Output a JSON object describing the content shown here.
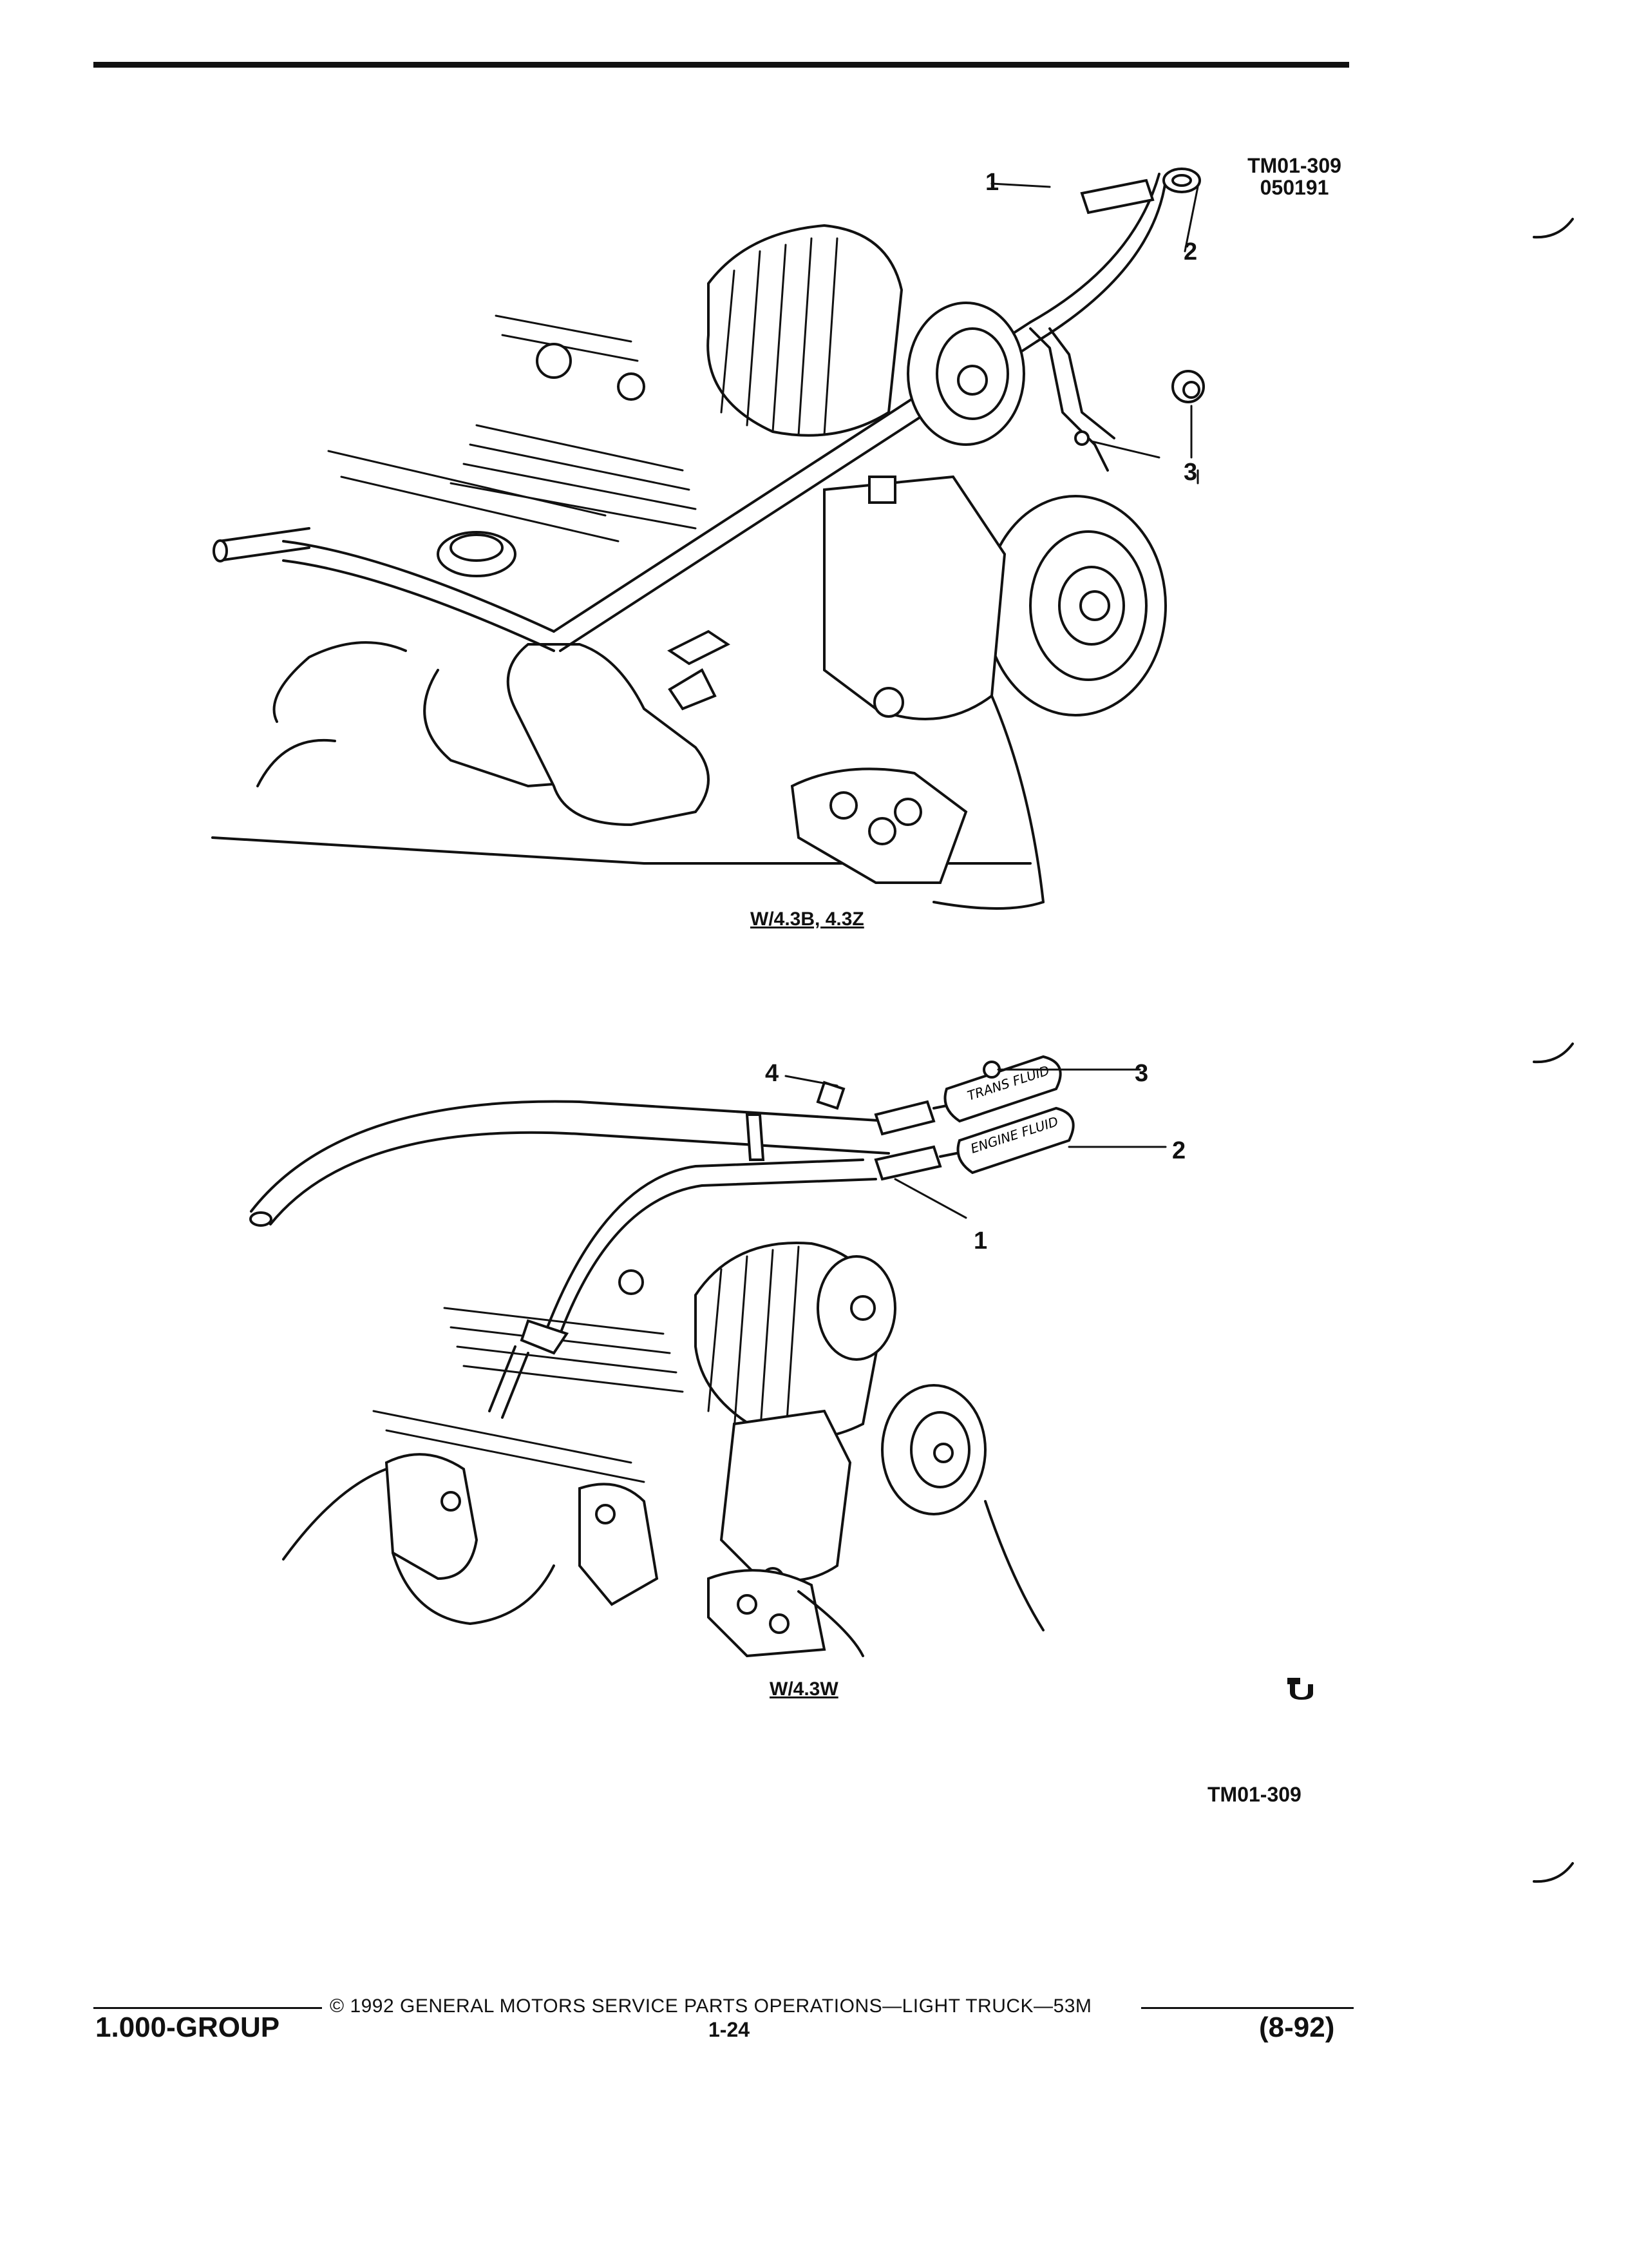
{
  "figure": {
    "code_line1": "TM01-309",
    "code_line2": "050191",
    "top_view": {
      "caption": "W/4.3B, 4.3Z",
      "callouts": [
        "1",
        "2",
        "3"
      ]
    },
    "bottom_view": {
      "caption": "W/4.3W",
      "callouts": [
        "4",
        "3",
        "2",
        "1"
      ],
      "tag_labels": [
        "TRANS FLUID",
        "ENGINE FLUID"
      ]
    },
    "bottom_code": "TM01-309"
  },
  "footer": {
    "copyright": "© 1992 GENERAL MOTORS SERVICE PARTS OPERATIONS—LIGHT TRUCK—53M",
    "group": "1.000-GROUP",
    "page": "1-24",
    "date": "(8-92)"
  },
  "icons": {
    "publisher_mark": "gm-service-logo-icon",
    "binder_marks": "binder-hole-icon"
  }
}
